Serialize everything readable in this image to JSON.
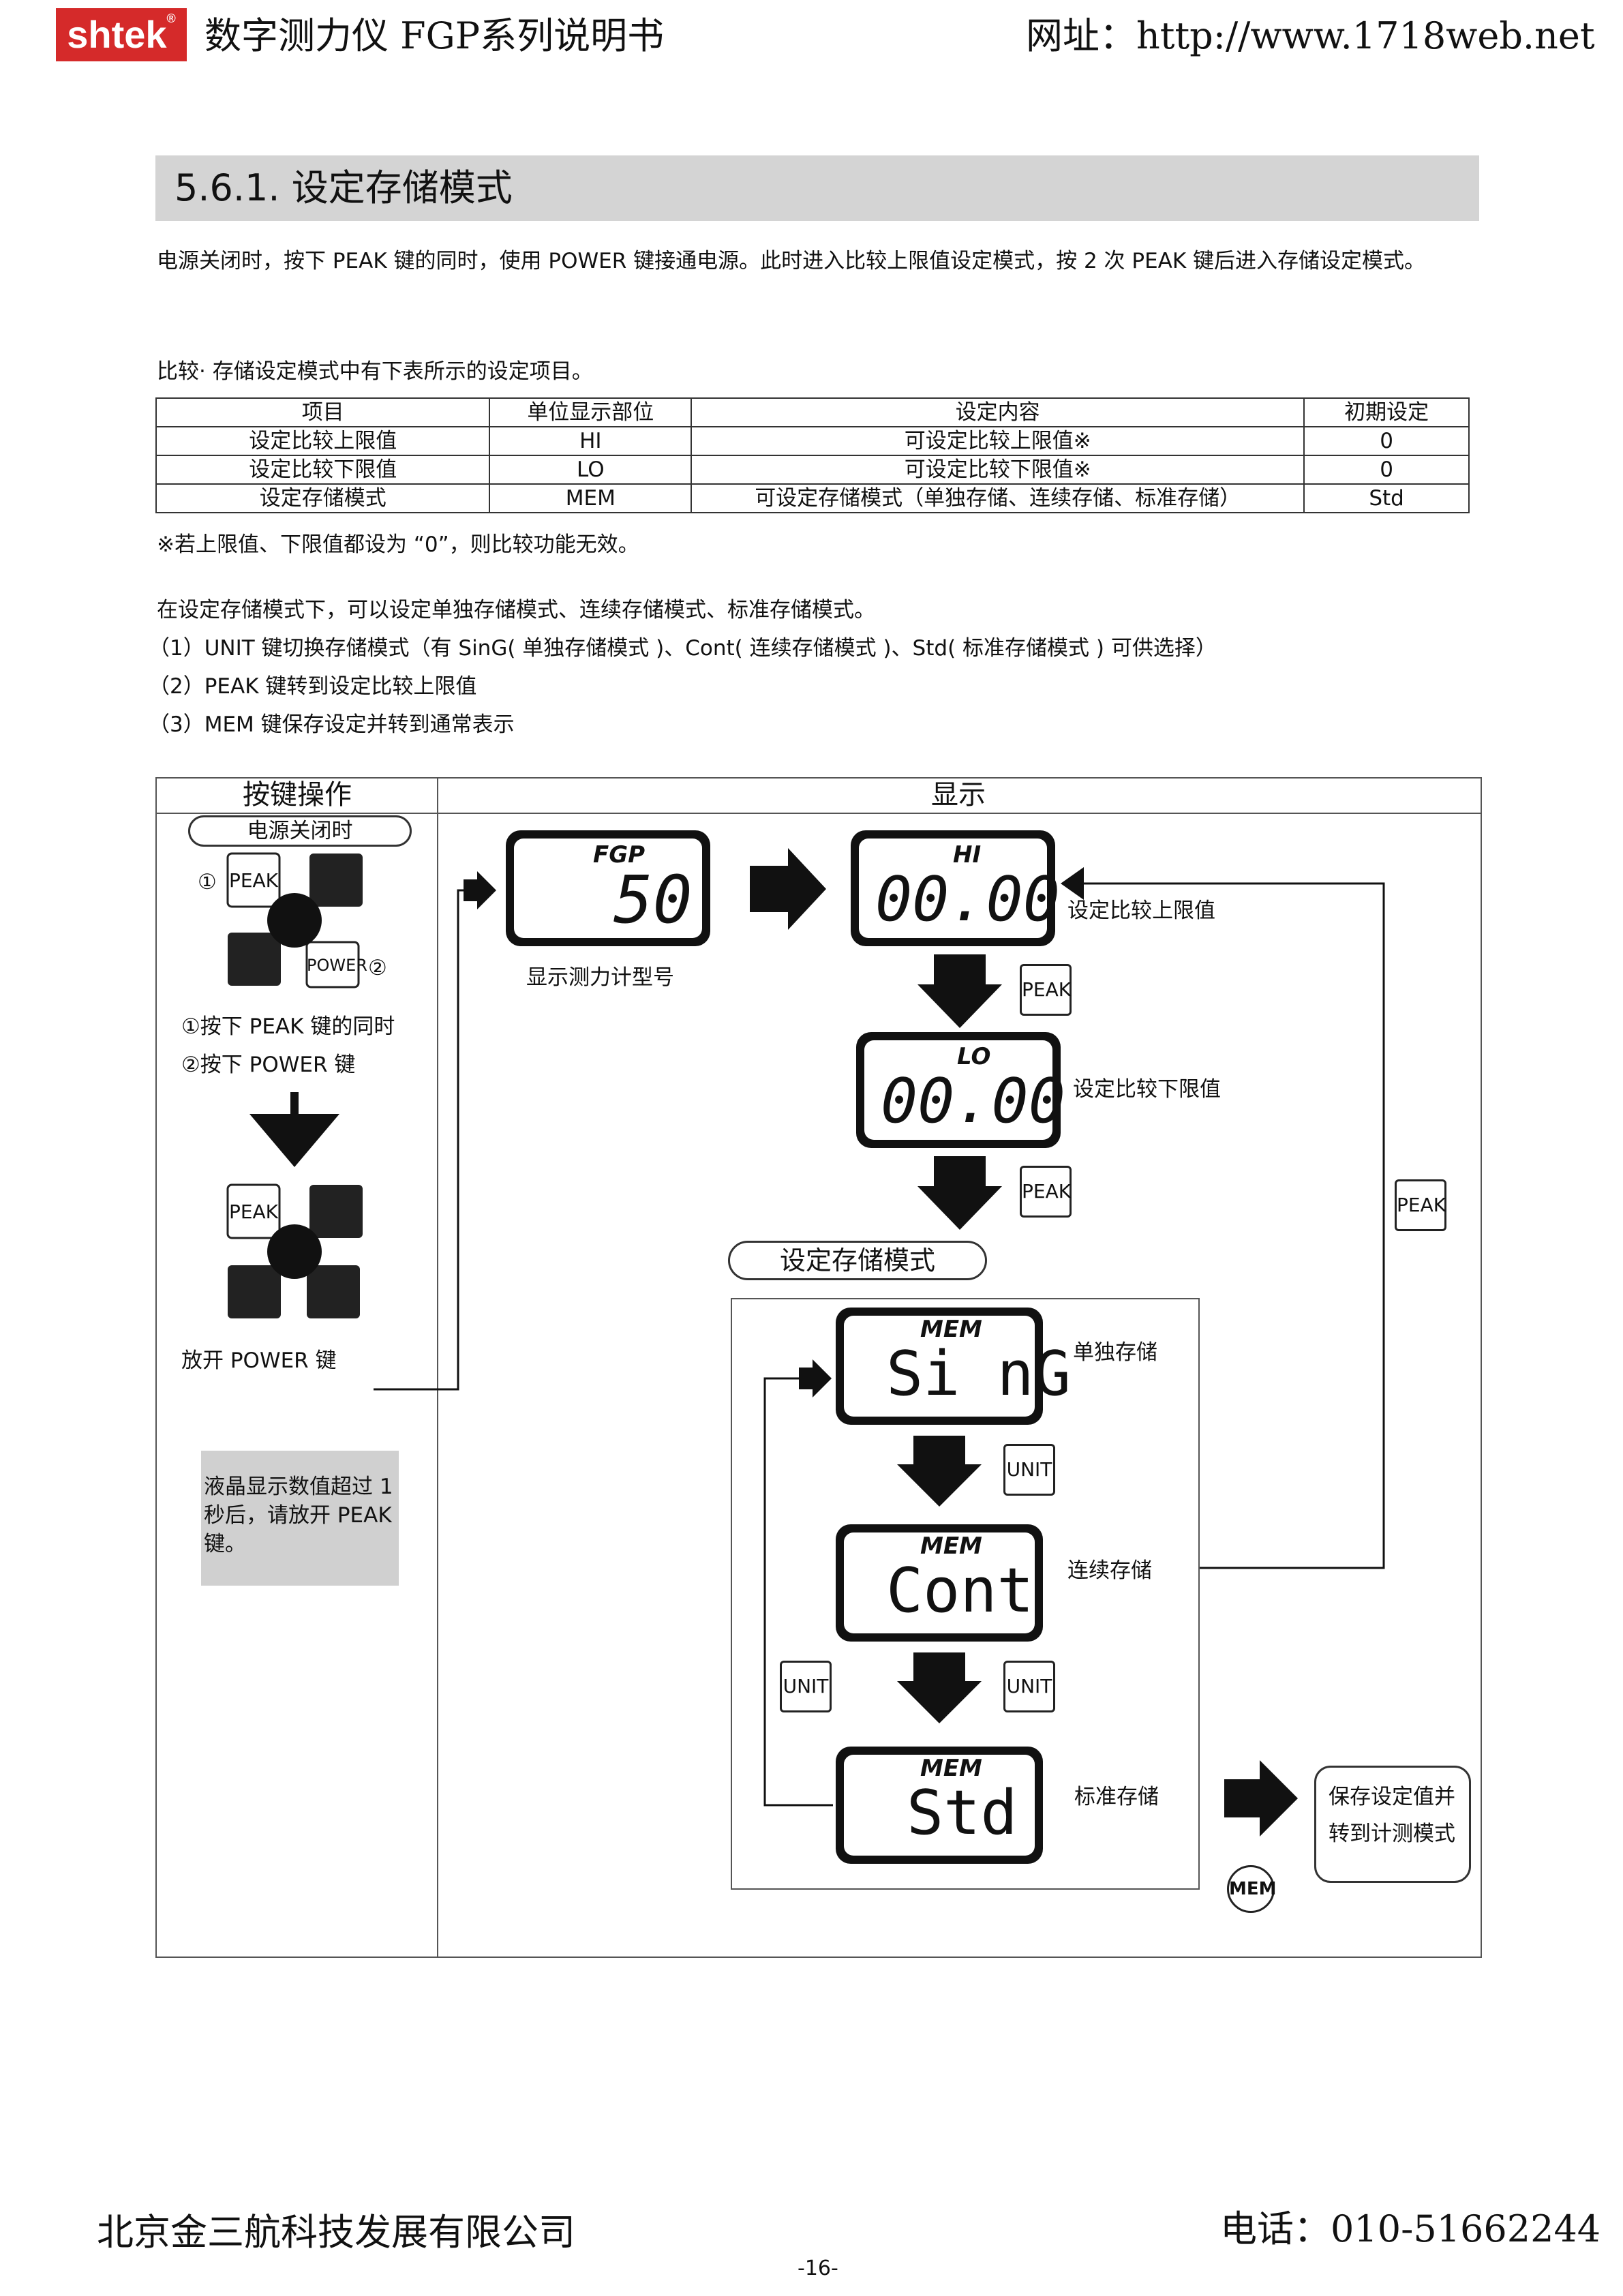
{
  "header": {
    "logo_text": "shtek",
    "logo_reg": "®",
    "doc_title": "数字测力仪 FGP系列说明书",
    "website": "网址：http://www.1718web.net"
  },
  "section": {
    "title": "5.6.1. 设定存储模式",
    "intro": "电源关闭时，按下 PEAK 键的同时，使用 POWER 键接通电源。此时进入比较上限值设定模式，按 2 次 PEAK 键后进入存储设定模式。",
    "table_intro": "比较· 存储设定模式中有下表所示的设定项目。"
  },
  "settings_table": {
    "headers": [
      "项目",
      "单位显示部位",
      "设定内容",
      "初期设定"
    ],
    "rows": [
      [
        "设定比较上限值",
        "HI",
        "可设定比较上限值※",
        "0"
      ],
      [
        "设定比较下限值",
        "LO",
        "可设定比较下限值※",
        "0"
      ],
      [
        "设定存储模式",
        "MEM",
        "可设定存储模式（单独存储、连续存储、标准存储）",
        "Std"
      ]
    ],
    "note": "※若上限值、下限值都设为 “0”，则比较功能无效。"
  },
  "instructions": {
    "line0": "在设定存储模式下，可以设定单独存储模式、连续存储模式、标准存储模式。",
    "line1": "（1）UNIT 键切换存储模式（有 SinG( 单独存储模式 )、Cont( 连续存储模式 )、Std( 标准存储模式 ) 可供选择）",
    "line2": "（2）PEAK 键转到设定比较上限值",
    "line3": "（3）MEM 键保存设定并转到通常表示"
  },
  "diagram": {
    "col_keys": "按键操作",
    "col_display": "显示",
    "power_off_label": "电源关闭时",
    "step1_marker": "①",
    "step2_marker": "②",
    "step1_text": "①按下 PEAK 键的同时",
    "step2_text": "②按下 POWER 键",
    "release_power": "放开 POWER 键",
    "note": "液晶显示数值超过 1 秒后，请放开 PEAK 键。",
    "key_peak": "PEAK",
    "key_power": "POWER",
    "key_unit": "UNIT",
    "key_mem": "MEM",
    "lcd_model_label": "FGP",
    "lcd_model_value": "50",
    "model_caption": "显示测力计型号",
    "lcd_hi_label": "HI",
    "lcd_hi_value": "00.00",
    "hi_caption": "设定比较上限值",
    "lcd_lo_label": "LO",
    "lcd_lo_value": "00.00",
    "lo_caption": "设定比较下限值",
    "mem_mode_title": "设定存储模式",
    "lcd_mem_label": "MEM",
    "lcd_sing_value": "Si nG",
    "sing_caption": "单独存储",
    "lcd_cont_value": "Cont",
    "cont_caption": "连续存储",
    "lcd_std_value": "Std",
    "std_caption": "标准存储",
    "save_line1": "保存设定值并",
    "save_line2": "转到计测模式"
  },
  "footer": {
    "company": "北京金三航科技发展有限公司",
    "phone": "电话：010-51662244",
    "page": "-16-"
  }
}
